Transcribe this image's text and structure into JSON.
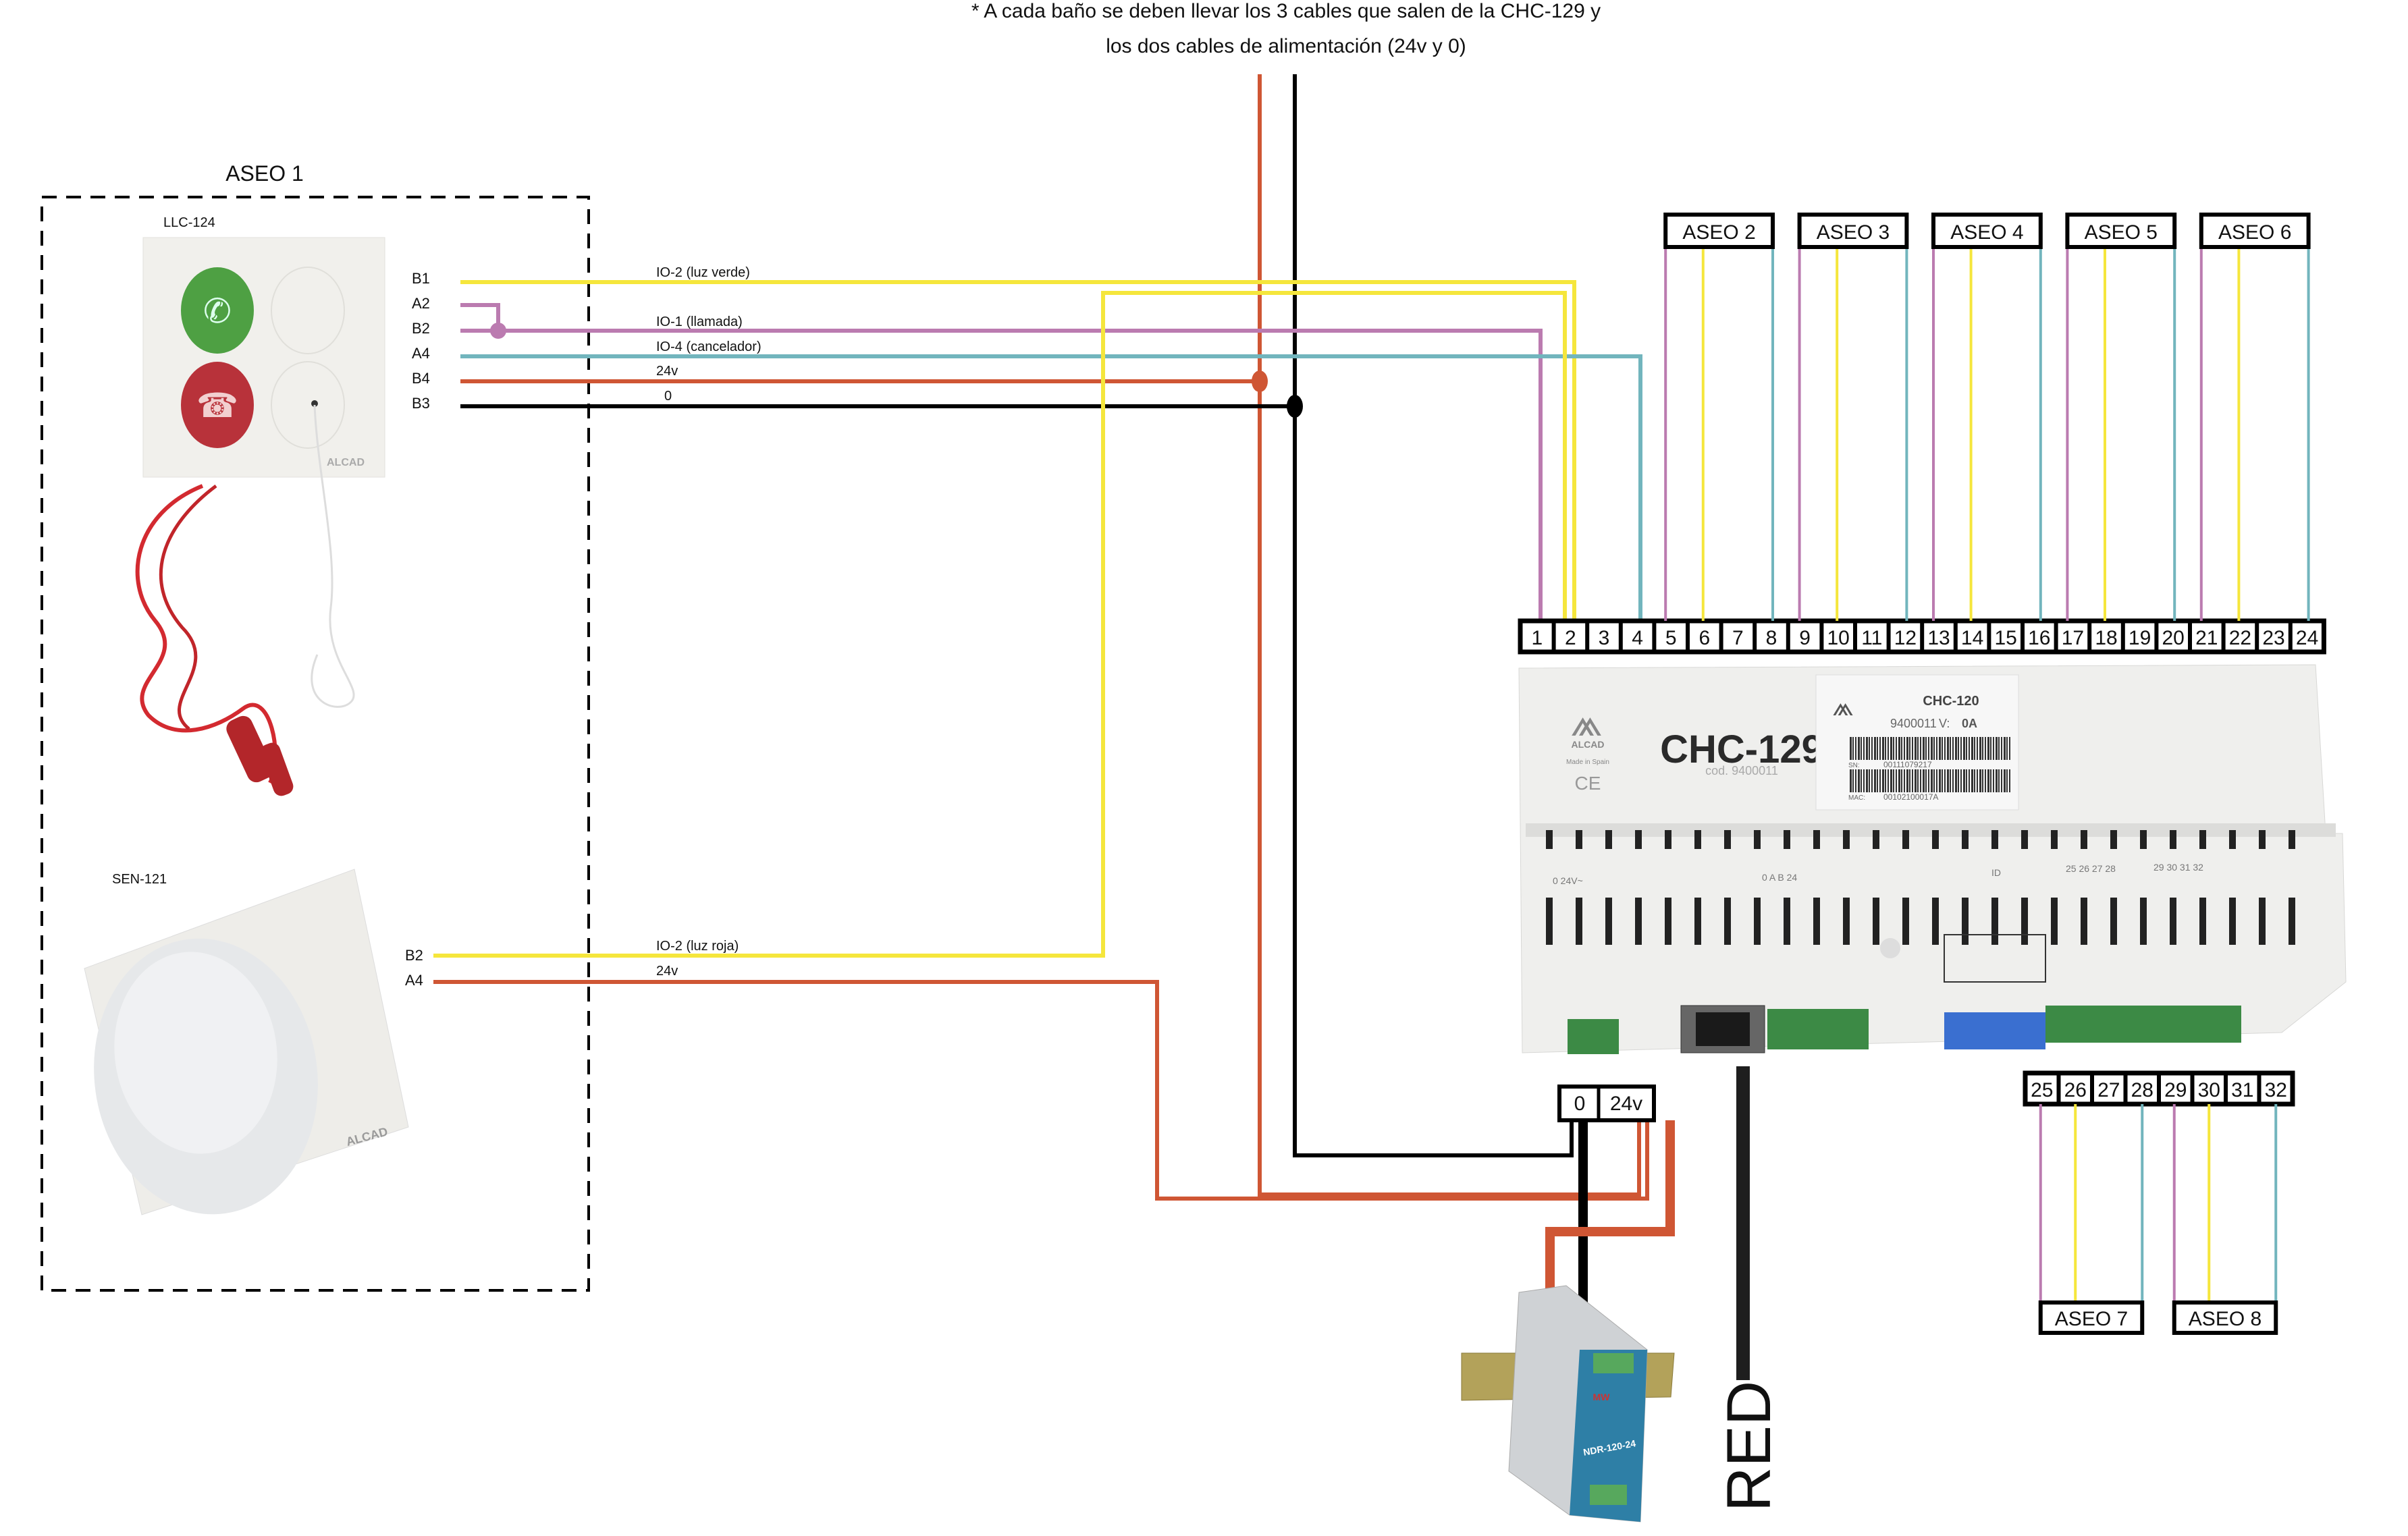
{
  "note": {
    "line1": "* A cada baño se deben llevar los 3 cables que salen de la CHC-129 y",
    "line2": "los dos cables de alimentación (24v y 0)"
  },
  "aseo1": {
    "title": "ASEO  1",
    "llc": {
      "model": "LLC-124",
      "brand": "ALCAD",
      "pins": [
        "B1",
        "A2",
        "B2",
        "A4",
        "B4",
        "B3"
      ],
      "signals": [
        "IO-2  (luz verde)",
        "IO-1  (llamada)",
        "IO-4  (cancelador)",
        "24v",
        "0"
      ]
    },
    "sen": {
      "model": "SEN-121",
      "brand": "ALCAD",
      "pins": [
        "B2",
        "A4"
      ],
      "signals": [
        "IO-2  (luz roja)",
        "24v"
      ]
    }
  },
  "controller": {
    "model": "CHC-129",
    "code": "cod. 9400011",
    "brand": "ALCAD",
    "made_in": "Made in Spain",
    "ce": "CE",
    "sticker": {
      "model": "CHC-120",
      "ref": "9400011",
      "version_label": "V:",
      "version": "0A",
      "sn_label": "SN:",
      "sn": "00111079217",
      "mac_label": "MAC:",
      "mac": "00102100017A"
    },
    "device_labels": [
      "0  24V~",
      "0  A  B  24",
      "ID",
      "25 26 27 28",
      "29 30 31 32"
    ]
  },
  "terminals_top": [
    "1",
    "2",
    "3",
    "4",
    "5",
    "6",
    "7",
    "8",
    "9",
    "10",
    "11",
    "12",
    "13",
    "14",
    "15",
    "16",
    "17",
    "18",
    "19",
    "20",
    "21",
    "22",
    "23",
    "24"
  ],
  "terminals_bottom": [
    "25",
    "26",
    "27",
    "28",
    "29",
    "30",
    "31",
    "32"
  ],
  "power_terminals": [
    "0",
    "24v"
  ],
  "aseos_top": [
    "ASEO 2",
    "ASEO 3",
    "ASEO 4",
    "ASEO 5",
    "ASEO 6"
  ],
  "aseos_bottom": [
    "ASEO 7",
    "ASEO 8"
  ],
  "network_label": "RED",
  "psu": {
    "model": "NDR-120-24",
    "brand": "MW"
  },
  "colors": {
    "yellow": "#f5e63c",
    "purple": "#bb7bb0",
    "teal": "#72b5bd",
    "red": "#cf5634",
    "black": "#000000"
  }
}
